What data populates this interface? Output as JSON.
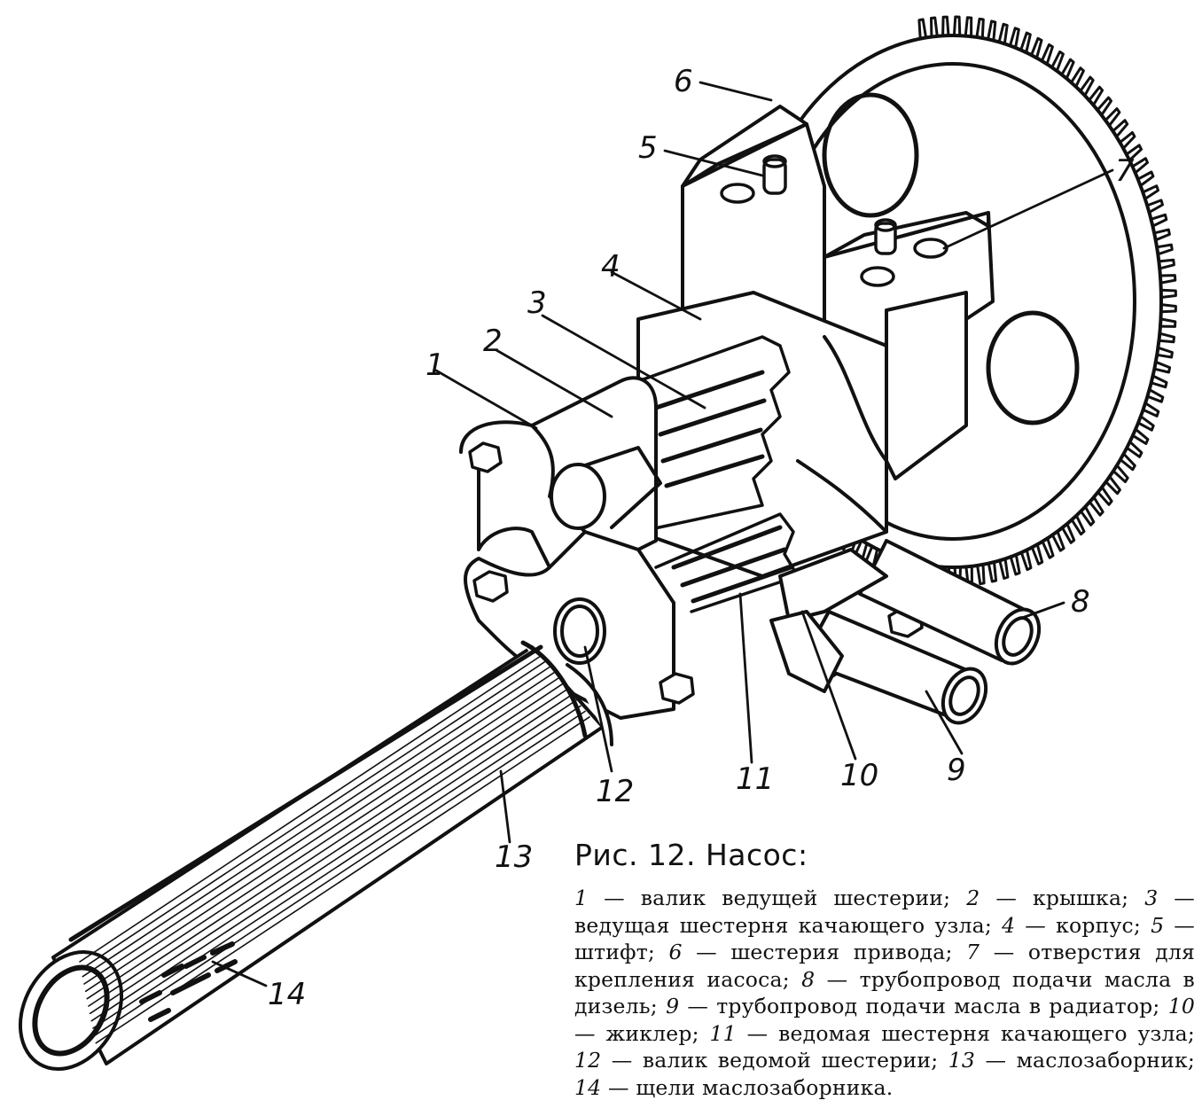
{
  "figure": {
    "title": "Рис. 12. Насос:",
    "legend": [
      {
        "num": "1",
        "text": "валик ведущей шестерии"
      },
      {
        "num": "2",
        "text": "крышка"
      },
      {
        "num": "3",
        "text": "ведущая шестерня качающего узла"
      },
      {
        "num": "4",
        "text": "корпус"
      },
      {
        "num": "5",
        "text": "штифт"
      },
      {
        "num": "6",
        "text": "шестерия привода"
      },
      {
        "num": "7",
        "text": "отверстия для крепления иасоса"
      },
      {
        "num": "8",
        "text": "трубопровод подачи масла в дизель"
      },
      {
        "num": "9",
        "text": "трубопровод подачи масла в радиатор"
      },
      {
        "num": "10",
        "text": "жиклер"
      },
      {
        "num": "11",
        "text": "ведомая шестерня качающего узла"
      },
      {
        "num": "12",
        "text": "валик ведомой шестерии"
      },
      {
        "num": "13",
        "text": "маслозаборник"
      },
      {
        "num": "14",
        "text": "щели маслозаборника"
      }
    ]
  },
  "callouts": {
    "c1": "1",
    "c2": "2",
    "c3": "3",
    "c4": "4",
    "c5": "5",
    "c6": "6",
    "c7": "7",
    "c8": "8",
    "c9": "9",
    "c10": "10",
    "c11": "11",
    "c12": "12",
    "c13": "13",
    "c14": "14"
  },
  "colors": {
    "ink": "#111111",
    "paper": "#ffffff"
  }
}
